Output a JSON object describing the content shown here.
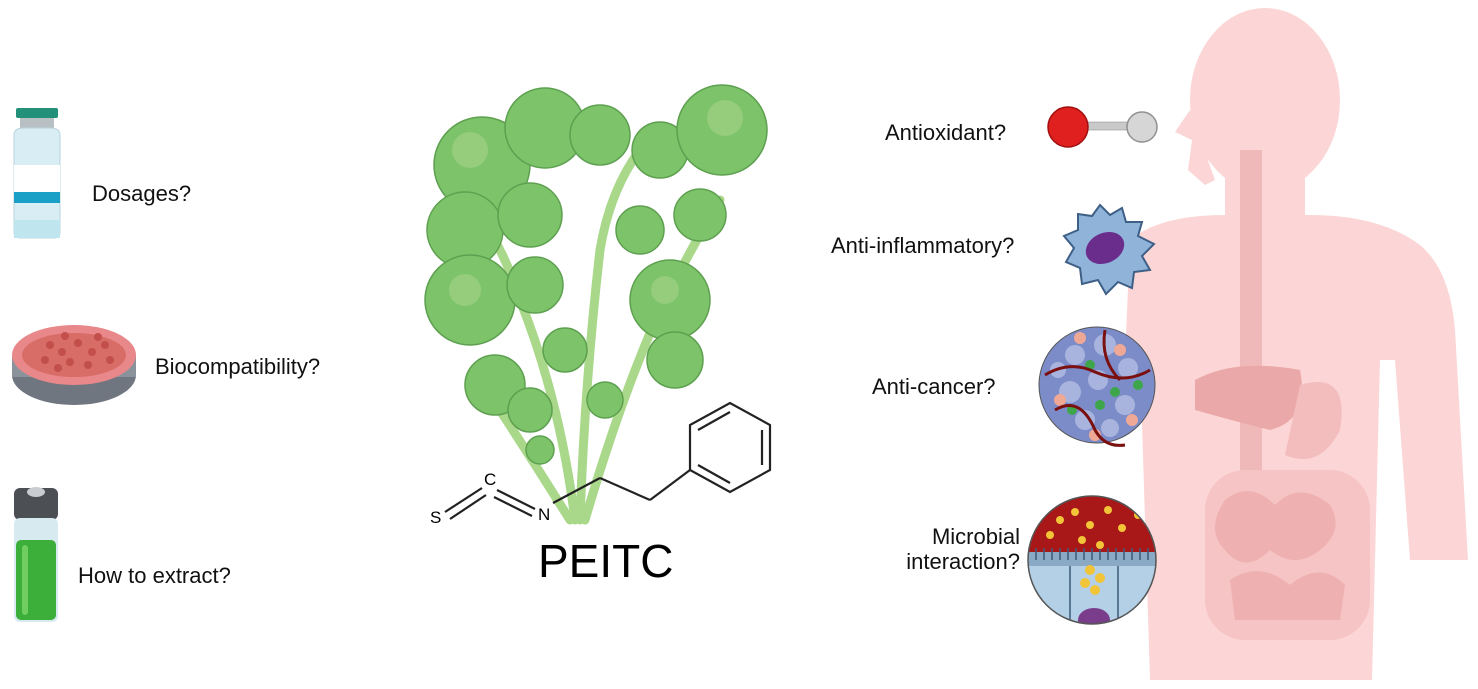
{
  "left_items": [
    {
      "label": "Dosages?"
    },
    {
      "label": "Biocompatibility?"
    },
    {
      "label": "How to extract?"
    }
  ],
  "center": {
    "title": "PEITC",
    "atoms": {
      "s": "S",
      "c": "C",
      "n": "N"
    }
  },
  "right_items": [
    {
      "label": "Antioxidant?"
    },
    {
      "label": "Anti-inflammatory?"
    },
    {
      "label": "Anti-cancer?"
    },
    {
      "label_line1": "Microbial",
      "label_line2": "interaction?"
    }
  ],
  "colors": {
    "body": "#fbd3d3",
    "leaf": "#7cc36a",
    "stem": "#a9d88a",
    "vial_cap": "#23917a",
    "petri_cells": "#e07f72",
    "extract_liquid": "#3cae3a",
    "oxygen_atom": "#e01f1f",
    "macrophage": "#8fb3d9",
    "nucleus": "#6b2d8c"
  }
}
